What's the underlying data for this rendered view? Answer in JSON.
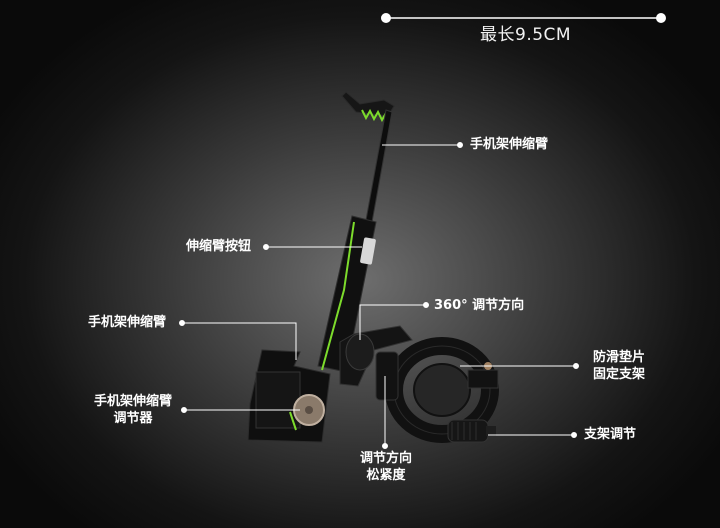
{
  "dimension": {
    "max_width": "最长9.5CM"
  },
  "labels": {
    "arm_top": "手机架伸缩臂",
    "arm_button": "伸缩臂按钮",
    "rotation": "360°  调节方向",
    "arm_left": "手机架伸缩臂",
    "adjuster_line1": "手机架伸缩臂",
    "adjuster_line2": "调节器",
    "pad_line1": "防滑垫片",
    "pad_line2": "固定支架",
    "bracket_adjust": "支架调节",
    "tension_line1": "调节方向",
    "tension_line2": "松紧度"
  },
  "colors": {
    "accent": "#7ddc2c",
    "leader": "#ffffff",
    "body": "#111111"
  }
}
